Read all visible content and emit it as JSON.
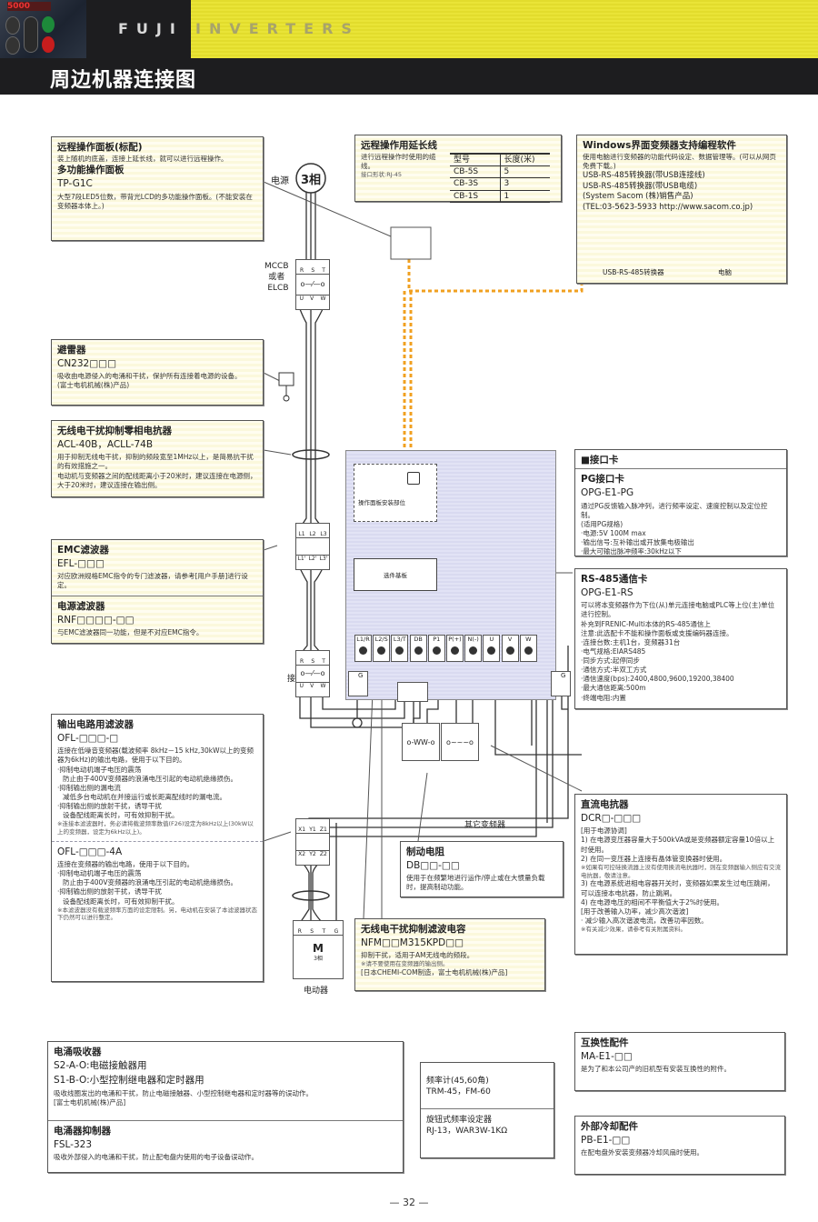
{
  "header": {
    "brand_left": "FUJI",
    "brand_right": "INVERTERS",
    "page_title": "周边机器连接图"
  },
  "boxes": {
    "remote_panel": {
      "title": "远程操作面板(标配)",
      "desc": "装上随机的底盖，连接上延长线，就可以进行远程操作。",
      "title2": "多功能操作面板",
      "model2": "TP-G1C",
      "desc2": "大型7段LED5位数，带背光LCD的多功能操作面板。(不能安装在变频器本体上。)"
    },
    "ext_cable": {
      "title": "远程操作用延长线",
      "desc": "进行远程操作时使用的缆线。",
      "note": "接口形状:RJ-45",
      "table": {
        "headers": [
          "型号",
          "长度(米)"
        ],
        "rows": [
          [
            "CB-5S",
            "5"
          ],
          [
            "CB-3S",
            "3"
          ],
          [
            "CB-1S",
            "1"
          ]
        ]
      }
    },
    "software": {
      "title": "Windows界面变频器支持编程软件",
      "desc": "使用电脑进行变频器的功能代码设定、数据管理等。(可以从网页免费下载。)",
      "line1": "USB-RS-485转换器(带USB连接线)",
      "line2": "USB-RS-485转换器(带USB电缆)",
      "line3": "(System Sacom (株)销售产品)",
      "line4": "(TEL:03-5623-5933  http://www.sacom.co.jp)",
      "converter_label": "USB-RS-485转换器",
      "pc_label": "电脑"
    },
    "surge_arrester": {
      "title": "避雷器",
      "model": "CN232□□□",
      "desc": "吸收由电源侵入的电涌和干扰，保护所有连接着电源的设备。",
      "note": "(富士电机机械(株)产品)"
    },
    "zero_phase": {
      "title": "无线电干扰抑制零相电抗器",
      "model": "ACL-40B，ACLL-74B",
      "desc": "用于抑制无线电干扰，抑制的频段宽至1MHz以上，是简易抗干扰的有效措施之一。",
      "desc2": "电动机与变频器之间的配线距离小于20米时，建议连接在电源侧，大于20米时，建议连接在输出侧。"
    },
    "emc_filter": {
      "title": "EMC滤波器",
      "model": "EFL-□□□",
      "desc": "对应欧洲规格EMC指令的专门滤波器，请参考[用户手册]进行设定。",
      "title2": "电源滤波器",
      "model2": "RNF□□□□-□□",
      "desc2": "与EMC滤波器同一功能，但是不对应EMC指令。"
    },
    "output_filter": {
      "title": "输出电路用滤波器",
      "model": "OFL-□□□-□",
      "desc": "连接在低噪音变频器(载波频率 8kHz－15 kHz,30kW以上的变频器为6kHz)的输出电路，使用于以下目的。",
      "items": [
        "·抑制电动机端子电压的震荡",
        "防止由于400V变频器的浪涌电压引起的电动机绝缘损伤。",
        "·抑制输出侧的漏电流",
        "减低多台电动机在并接运行或长距离配线时的漏电流。",
        "·抑制输出侧的放射干扰，诱导干扰",
        "设备配线距离长时，可有效抑制干扰。"
      ],
      "note": "※连接本滤波器时，务必请将载波频率数值(F26)设定为8kHz以上(30kW以上的变频器，设定为6kHz以上)。",
      "model2": "OFL-□□□-4A",
      "desc2": "连接在变频器的输出电路，使用于以下目的。",
      "items2": [
        "·抑制电动机端子电压的震荡",
        "防止由于400V变频器的浪涌电压引起的电动机绝缘损伤。",
        "·抑制输出侧的放射干扰，诱导干扰",
        "设备配线距离长时，可有效抑制干扰。"
      ],
      "note2": "※本滤波器没有载波频率方面的设定限制。另，电动机在安装了本滤波器状态下仍然可以进行整定。"
    },
    "interface_card": {
      "header": "■接口卡",
      "title": "PG接口卡",
      "model": "OPG-E1-PG",
      "desc": "通过PG反馈输入脉冲列，进行频率设定、速度控制以及定位控制。",
      "spec_title": "(适用PG规格)",
      "items": [
        "·电源:5V 100M max",
        "·输出信号:互补输出或开放集电极输出",
        "·最大可输出脉冲频率:30kHz以下"
      ]
    },
    "rs485_card": {
      "title": "RS-485通信卡",
      "model": "OPG-E1-RS",
      "desc": "可以将本变频器作为下位(从)单元连接电脑或PLC等上位(主)单位进行控制。",
      "desc2": "补充到FRENIC-Multi本体的RS-485通信上",
      "desc3": "注意:此选配卡不能和操作面板或支援编码器连接。",
      "items": [
        "·连接台数:主机1台，变频器31台",
        "·电气规格:EIARS485",
        "·同步方式:起停同步",
        "·通信方式:半双工方式",
        "·通信速度(bps):2400,4800,9600,19200,38400",
        "·最大通信距离:500m",
        "·终端电阻:内置"
      ]
    },
    "dc_reactor": {
      "title": "直流电抗器",
      "model": "DCR□-□□□",
      "sub1": "[用于电源协调]",
      "items": [
        "1) 在电源变压器容量大于500kVA或是变频器额定容量10倍以上时使用。",
        "2) 在同一变压器上连接有晶体管变换器时使用。"
      ],
      "note": "※如果有可控硅换流器上没有使用换流电抗器时，则在变频器输入侧应有交流电抗器，敬请注意。",
      "items2": [
        "3) 在电源系统进相电容器开关时，变频器如果发生过电压跳闸，可以连接本电抗器，防止跳闸。",
        "4) 在电源电压的相间不平衡值大于2%时使用。"
      ],
      "sub2": "[用于改善输入功率，减少高次谐波]",
      "item3": "· 减少输入高次谐波电流，改善功率因数。",
      "note2": "※有关减少效果，请参考有关附属资料。"
    },
    "braking_resistor": {
      "title": "制动电阻",
      "model": "DB□□-□□",
      "desc": "使用于在频繁地进行运作/停止或在大惯量负载时，提高制动功能。"
    },
    "nfm_capacitor": {
      "title": "无线电干扰抑制滤波电容",
      "model": "NFM□□M315KPD□□",
      "desc": "抑制干扰，适用于AM无线电的频段。",
      "note": "※请不要使用在变频器的输出侧。",
      "note2": "[日本CHEMI-COM制造，富士电机机械(株)产品]"
    },
    "surge_absorber": {
      "title": "电涌吸收器",
      "line1": "S2-A-O:电磁接触器用",
      "line2": "S1-B-O:小型控制继电器和定时器用",
      "desc": "吸收线圈发出的电涌和干扰，防止电磁接触器、小型控制继电器和定时器等的误动作。",
      "note": "[富士电机机械(株)产品]",
      "title2": "电涌器抑制器",
      "model2": "FSL-323",
      "desc2": "吸收外部侵入的电涌和干扰，防止配电盘内使用的电子设备误动作。"
    },
    "freq_meter": {
      "title": "频率计(45,60角)",
      "model": "TRM-45，FM-60",
      "title2": "旋钮式频率设定器",
      "model2": "RJ-13，WAR3W-1KΩ"
    },
    "compat": {
      "title": "互换性配件",
      "model": "MA-E1-□□",
      "desc": "是为了和本公司产的旧机型有安装互换性的附件。"
    },
    "cooling": {
      "title": "外部冷却配件",
      "model": "PB-E1-□□",
      "desc": "在配电盘外安装变频器冷却风扇时使用。"
    }
  },
  "diagram": {
    "power_label": "电源",
    "phase_label": "3相",
    "mccb_label": [
      "MCCB",
      "或者",
      "ELCB"
    ],
    "breaker_in": [
      "R",
      "S",
      "T"
    ],
    "breaker_out": [
      "U",
      "V",
      "W"
    ],
    "filter_in": [
      "L1",
      "L2",
      "L3"
    ],
    "filter_out": [
      "L1'",
      "L2'",
      "L3'"
    ],
    "contactor_label": "接触器",
    "panel_mount_label": "操作面板安装部位",
    "option_board_label": "选件基板",
    "terminals": [
      "L1/R",
      "L2/S",
      "L3/T",
      "DB",
      "P1",
      "P(+)",
      "N(-)",
      "U",
      "V",
      "W"
    ],
    "ground_label": "G",
    "other_inverter_label": "其它变频器",
    "ofl_in": [
      "X1",
      "Y1",
      "Z1"
    ],
    "ofl_out": [
      "X2",
      "Y2",
      "Z2"
    ],
    "motor_terms": [
      "R",
      "S",
      "T",
      "G"
    ],
    "motor_symbol": "M",
    "motor_phase": "3相",
    "motor_label": "电动器"
  },
  "page_number": "— 32 —"
}
